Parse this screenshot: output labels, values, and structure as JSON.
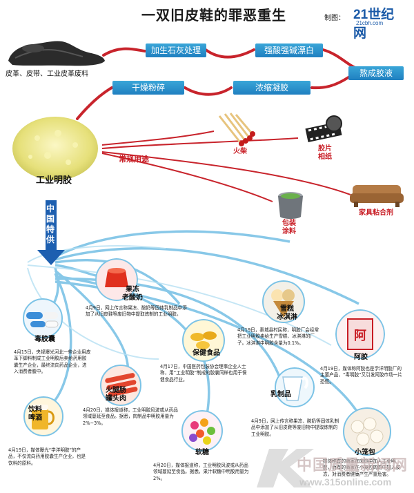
{
  "header": {
    "title": "一双旧皮鞋的罪恶重生",
    "credit": "制图：",
    "logo_main": "21世纪网",
    "logo_sub": "21cbh.com"
  },
  "process": {
    "source_label": "皮革、皮带、工业皮革废料",
    "steps": [
      "加生石灰处理",
      "强酸强碱漂白",
      "熬成胶液",
      "浓缩凝胶",
      "干燥粉碎"
    ],
    "product_label": "工业明胶"
  },
  "normal_use": {
    "label": "常规用途",
    "items": [
      "火柴",
      "胶片",
      "相纸",
      "家具粘合剂",
      "包装",
      "涂料"
    ]
  },
  "special_supply": {
    "label": "中国特供",
    "items": [
      {
        "label": "毒胶囊",
        "desc": "4月15日，央视曝光河北一些企业用皮革下脚料制成工业明胶后卖给药用胶囊生产企业，最终流向药品企业，进入消费者腹中。"
      },
      {
        "label_1": "果冻",
        "label_2": "老酸奶",
        "desc": "4月9日，网上传言称果冻、酸奶等固体乳制品中添加了从旧皮鞋等废旧物中提取炼制的工业明胶。"
      },
      {
        "label": "保健食品",
        "desc": "4月17日，中国医药包装协会理事企业人士称，用“工业明胶”制成的胶囊同样也用于保健食品行业。"
      },
      {
        "label_1": "雪糕",
        "label_2": "冰淇淋",
        "desc": "4月19日，秦城县村民称，明胶厂会经常把工业明胶卖给生产雪糕、冰淇淋的厂子。冰淇淋中明胶含量为0.1%。"
      },
      {
        "label": "阿胶",
        "desc": "4月19日，媒体称阿胶也是学洋明胶厂的主要产品，“毒明胶”又引发阿胶市场一片恐慌。"
      },
      {
        "label_1": "火腿肠",
        "label_2": "罐头肉",
        "desc": "4月20日，媒体报道称，工业明胶风波或从药品领域蔓延至食品。据悉，肉制品中明胶用量为2%~3%。"
      },
      {
        "label_1": "饮料",
        "label_2": "啤酒",
        "desc": "4月19日，媒体曝光“学洋明胶”的产品，不仅流向药用胶囊生产企业，也是饮料的原料。"
      },
      {
        "label": "乳制品",
        "desc": "4月9日，网上传言称果冻、酸奶等固体乳制品中添加了从旧皮鞋等废旧物中提取炼制的工业明胶。"
      },
      {
        "label": "软糖",
        "desc": "4月20日，媒体报道称，工业明胶风波或从药品领域蔓延至食品。据悉，果汁软糖中明胶用量为2%。"
      },
      {
        "label": "小笼包",
        "desc": "媒体称有的商家在肉馅中加入工业明胶，而有的商家在小笼包肉馅中加入皮冻，对消费者健康产生严重危害。"
      }
    ]
  },
  "watermark": {
    "text": "中国质量新闻网",
    "url": "www.315online.com"
  },
  "colors": {
    "step_blue": "#2a8fcc",
    "accent_red": "#c81c24",
    "arrow_blue": "#1d5fb0",
    "curve_red": "#c8242c",
    "curve_light_blue": "#7cc3e6"
  },
  "icons": [
    "leather-shoe-icon",
    "gelatin-powder-icon",
    "matches-icon",
    "film-reel-icon",
    "sofa-icon",
    "paint-bucket-icon",
    "capsule-icon",
    "jelly-icon",
    "fish-oil-capsule-icon",
    "ice-cream-icon",
    "ejiao-box-icon",
    "sausage-icon",
    "beer-icon",
    "milk-icon",
    "candy-icon",
    "dumpling-icon"
  ]
}
